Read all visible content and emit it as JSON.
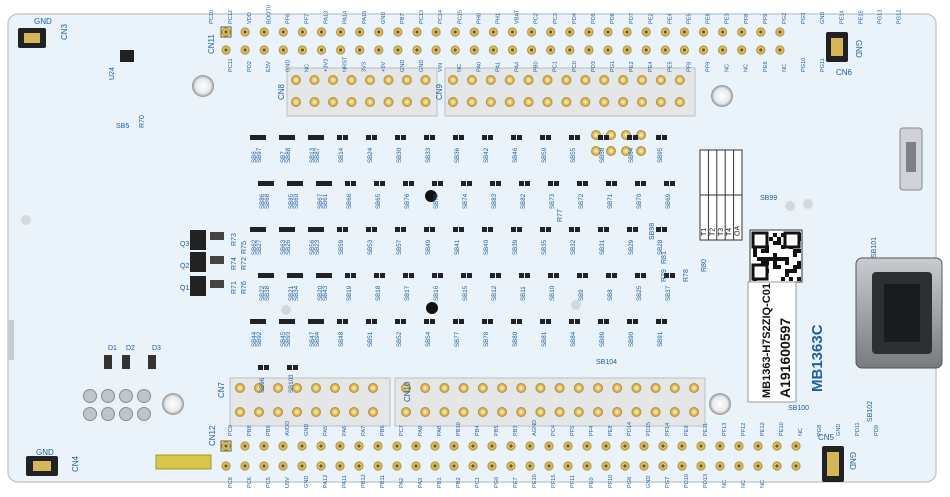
{
  "board": {
    "name": "MB1363C",
    "label_line1": "MB1363-H7S2ZIQ-C01",
    "label_line2": "A191600597",
    "checkboxes": [
      "T1",
      "T2",
      "T3",
      "T4",
      "OA"
    ],
    "gnd": "GND"
  },
  "connectors": {
    "cn11": "CN11",
    "cn12": "CN12",
    "cn3": "CN3",
    "cn4": "CN4",
    "cn5": "CN5",
    "cn6": "CN6",
    "cn7": "CN7",
    "cn8": "CN8",
    "cn9": "CN9",
    "cn10": "CN10"
  },
  "components": [
    "U24",
    "R70",
    "SB5",
    "Q3",
    "Q2",
    "Q1",
    "R73",
    "R75",
    "R74",
    "R71",
    "R76",
    "R72",
    "D1",
    "D2",
    "D3",
    "SB99",
    "SB98",
    "SB101",
    "SB102",
    "SB100",
    "SB104",
    "R77",
    "R78",
    "R79",
    "R80",
    "R81"
  ],
  "top_header_labels": [
    "PC10",
    "PC12",
    "VDD",
    "BOOT0",
    "PF6",
    "PF7",
    "PA13",
    "PA14",
    "PA15",
    "GND",
    "PB7",
    "PC13",
    "PC14",
    "PC15",
    "PH0",
    "PH1",
    "VBAT",
    "PC2",
    "PC3",
    "PD4",
    "PD5",
    "PD6",
    "PD7",
    "PE2",
    "PE4",
    "PE5",
    "PE6",
    "PE3",
    "PF8",
    "PF9",
    "PG2",
    "PG3",
    "GND",
    "PE14",
    "PE15",
    "PG13",
    "PG12"
  ],
  "top_header_labels2": [
    "PC11",
    "PD2",
    "E5V",
    "GND",
    "NC",
    "+3V3",
    "NRST",
    "3V3",
    "+5V",
    "GND",
    "GND",
    "VIN",
    "NC",
    "PA0",
    "PA1",
    "PA4",
    "PB0",
    "PC1",
    "PC0",
    "PD3",
    "PG1",
    "PE2",
    "PE4",
    "PE5",
    "PF8",
    "PF9",
    "NC",
    "NC",
    "PE6",
    "NC",
    "PG10",
    "PG11"
  ],
  "bottom_header_labels": [
    "PC9",
    "PB8",
    "PB9",
    "AVDD",
    "GND",
    "PA5",
    "PA6",
    "PA7",
    "PB6",
    "PC7",
    "PA9",
    "PA8",
    "PB10",
    "PB4",
    "PB5",
    "PB3",
    "AGND",
    "PC4",
    "PF5",
    "PF4",
    "PE8",
    "PD14",
    "PD15",
    "PF14",
    "PE9",
    "PE11",
    "PF13",
    "PF12",
    "PE12",
    "PE10",
    "NC",
    "PG8",
    "GND",
    "PD11",
    "PD9"
  ],
  "bottom_header_labels2": [
    "PC8",
    "PC6",
    "PC5",
    "U5V",
    "GND",
    "PA12",
    "PA11",
    "PB12",
    "PB11",
    "PA2",
    "PA3",
    "PB1",
    "PB2",
    "PC1",
    "PG0",
    "PE7",
    "PE10",
    "PF15",
    "PF11",
    "PE0",
    "PF10",
    "PG6",
    "GND",
    "PG7",
    "PD10",
    "PD13",
    "NC",
    "NC",
    "NC"
  ],
  "solder_bridges": [
    "SB6",
    "SB7",
    "SB13",
    "SB14",
    "SB24",
    "SB30",
    "SB33",
    "SB36",
    "SB42",
    "SB46",
    "SB50",
    "SB55",
    "SB58",
    "SB64",
    "SB95",
    "SB97",
    "SB88",
    "SB87",
    "SB86",
    "SB85",
    "SB67",
    "SB66",
    "SB65",
    "SB76",
    "SB79",
    "SB74",
    "SB83",
    "SB82",
    "SB73",
    "SB72",
    "SB71",
    "SB70",
    "SB69",
    "SB68",
    "SB60",
    "SB61",
    "SB62",
    "SB63",
    "SB56",
    "SB59",
    "SB53",
    "SB57",
    "SB49",
    "SB41",
    "SB40",
    "SB39",
    "SB35",
    "SB32",
    "SB31",
    "SB29",
    "SB28",
    "SB27",
    "SB26",
    "SB23",
    "SB22",
    "SB21",
    "SB20",
    "SB19",
    "SB18",
    "SB17",
    "SB16",
    "SB15",
    "SB12",
    "SB11",
    "SB10",
    "SB9",
    "SB8",
    "SB25",
    "SB37",
    "SB38",
    "SB34",
    "SB43",
    "SB44",
    "SB45",
    "SB47",
    "SB48",
    "SB51",
    "SB52",
    "SB54",
    "SB77",
    "SB78",
    "SB80",
    "SB81",
    "SB84",
    "SB89",
    "SB90",
    "SB91",
    "SB92",
    "SB93",
    "SB94",
    "SB96",
    "SB103"
  ]
}
